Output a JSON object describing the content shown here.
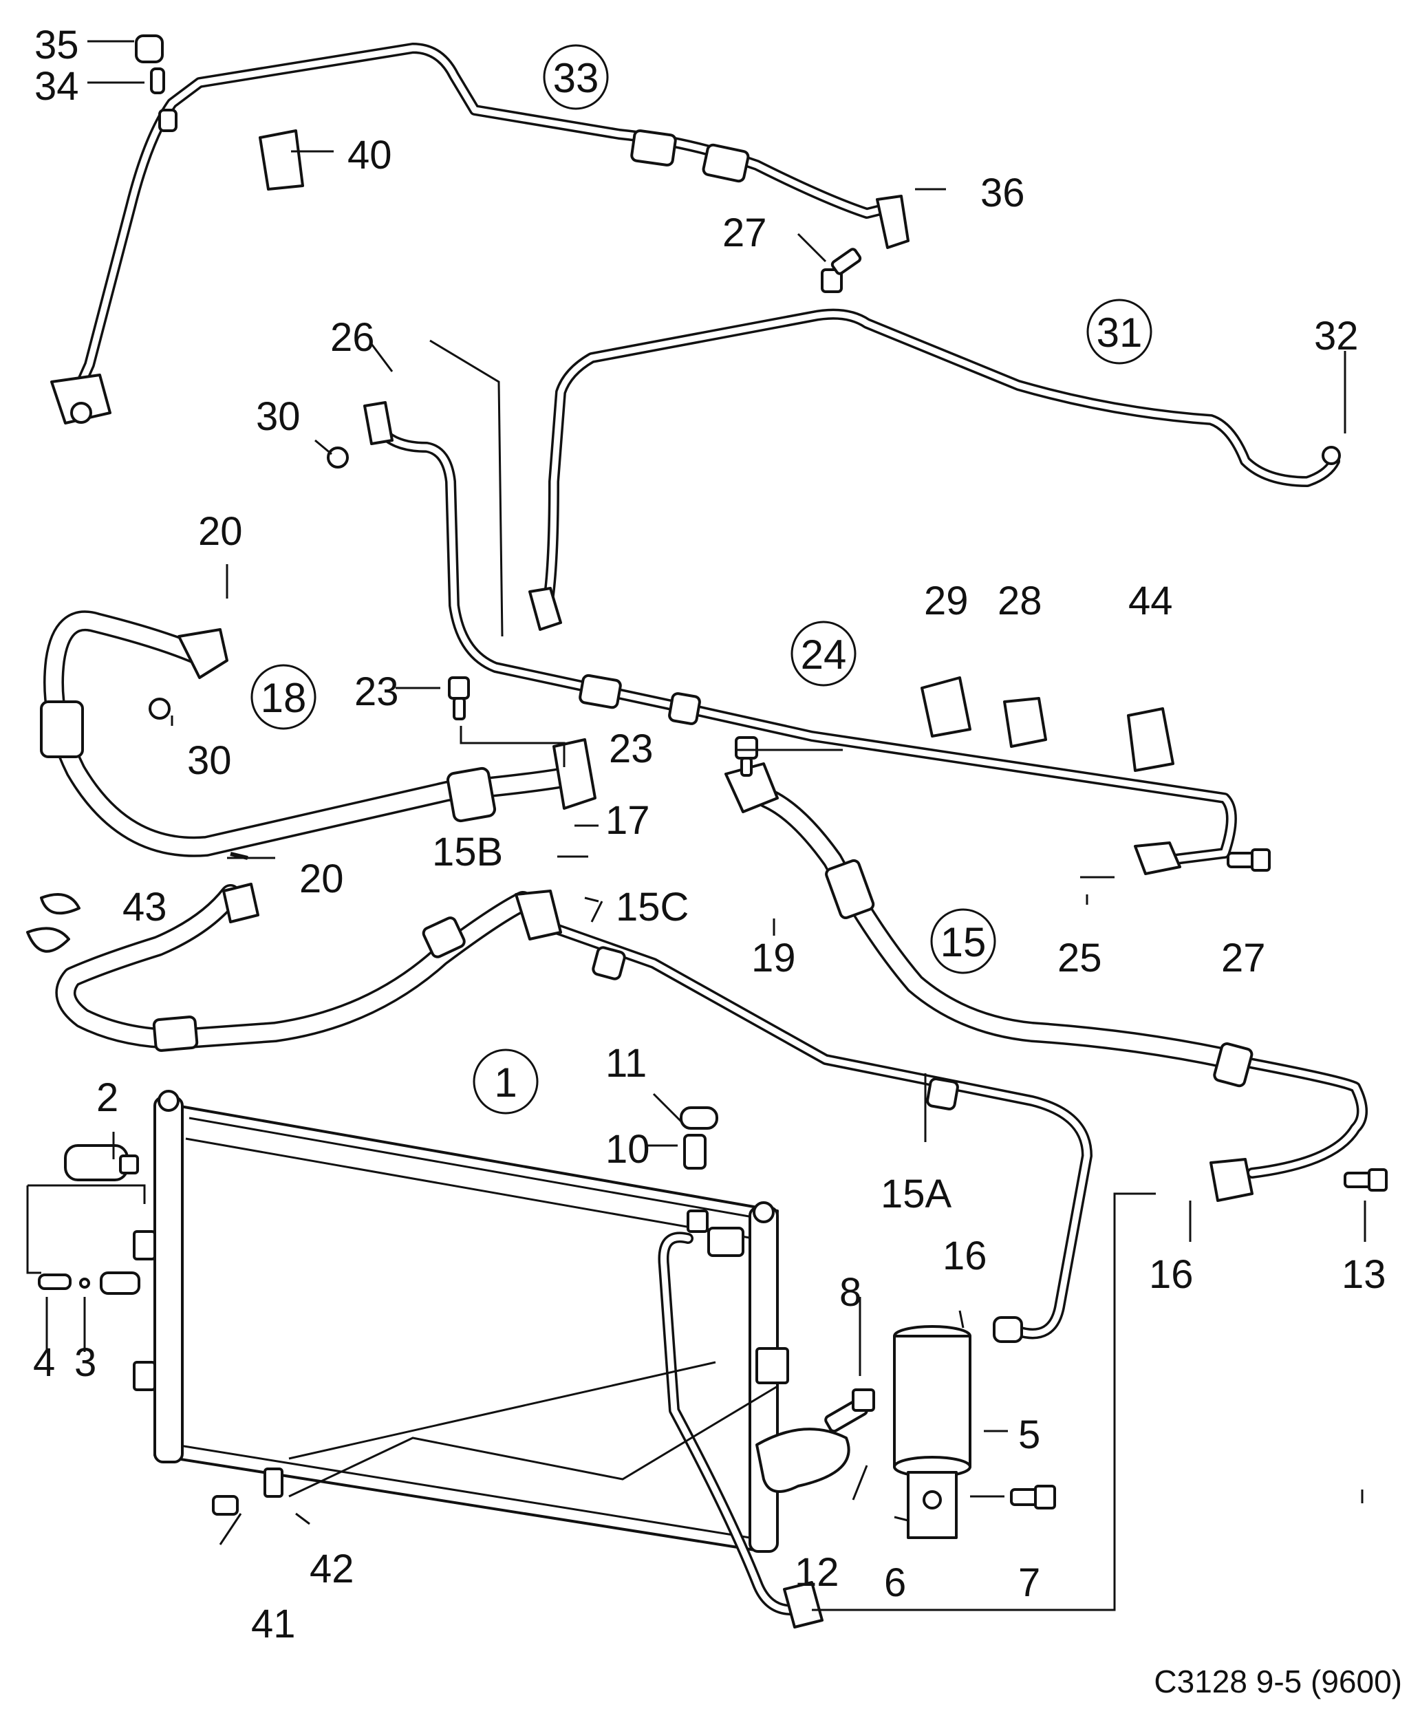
{
  "diagram_id": "C3128 9-5 (9600)",
  "assembly_labels": [
    "1",
    "15",
    "18",
    "24",
    "31",
    "33"
  ],
  "part_labels": {
    "p2": "2",
    "p3": "3",
    "p4": "4",
    "p5": "5",
    "p6": "6",
    "p7": "7",
    "p8": "8",
    "p10": "10",
    "p11": "11",
    "p12": "12",
    "p13": "13",
    "p15a": "15A",
    "p15b": "15B",
    "p15c": "15C",
    "p16a": "16",
    "p16b": "16",
    "p17": "17",
    "p19": "19",
    "p20a": "20",
    "p20b": "20",
    "p23a": "23",
    "p23b": "23",
    "p25": "25",
    "p26": "26",
    "p27a": "27",
    "p27b": "27",
    "p28": "28",
    "p29": "29",
    "p30a": "30",
    "p30b": "30",
    "p32": "32",
    "p34": "34",
    "p35": "35",
    "p36": "36",
    "p40": "40",
    "p41": "41",
    "p42": "42",
    "p43": "43",
    "p44": "44"
  }
}
